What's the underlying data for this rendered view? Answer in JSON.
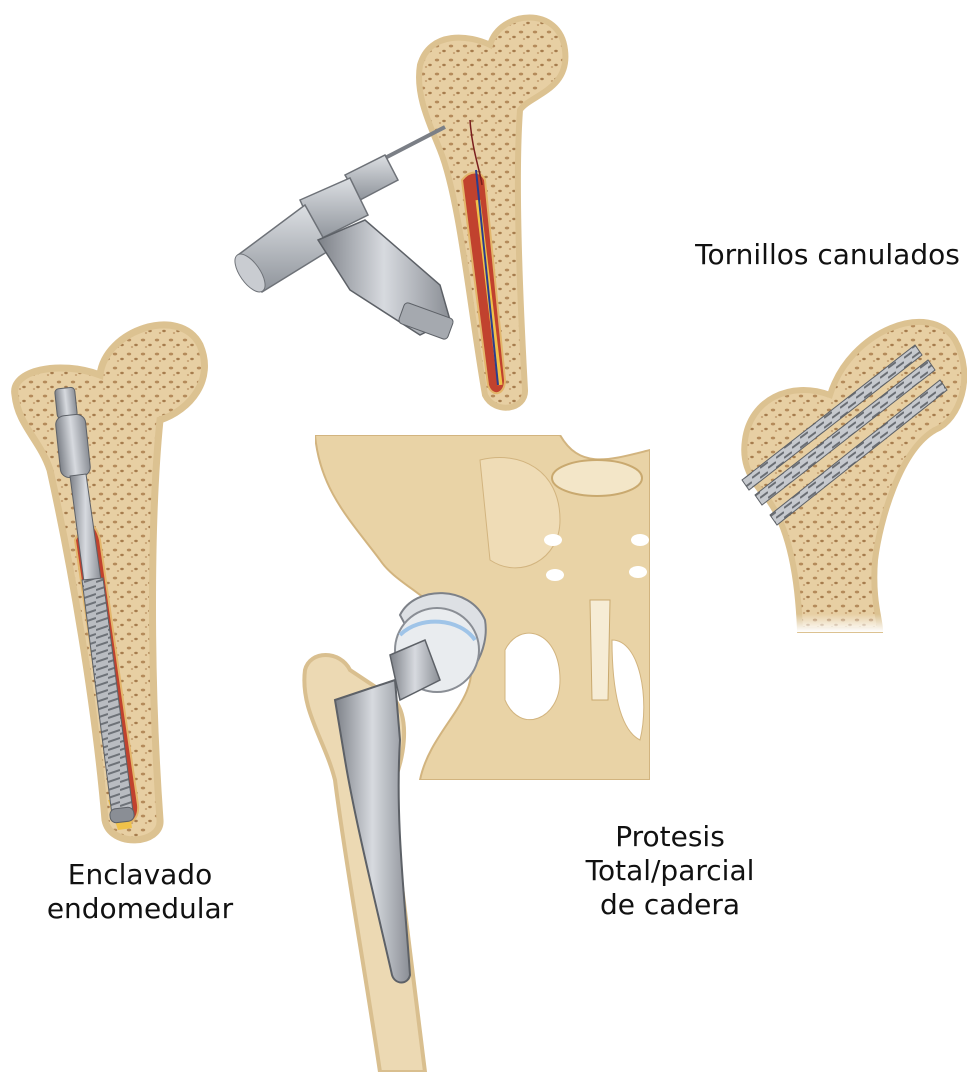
{
  "labels": {
    "tornillos": "Tornillos canulados",
    "enclavado": [
      "Enclavado",
      "endomedular"
    ],
    "protesis": [
      "Protesis",
      "Total/parcial",
      "de cadera"
    ]
  },
  "colors": {
    "bone_fill": "#ecd9b3",
    "bone_outline": "#d9bf8f",
    "spongy": "#b48a5a",
    "marrow": "#c1422e",
    "implant_steel": "#a9adb3",
    "implant_dark": "#6f737a",
    "pelvis": "#e9d3a6",
    "text": "#111111"
  },
  "icons": [
    "drill-icon",
    "femur-icon",
    "screw-icon",
    "hip-prosthesis-icon",
    "intramedullary-nail-icon",
    "pelvis-icon"
  ]
}
